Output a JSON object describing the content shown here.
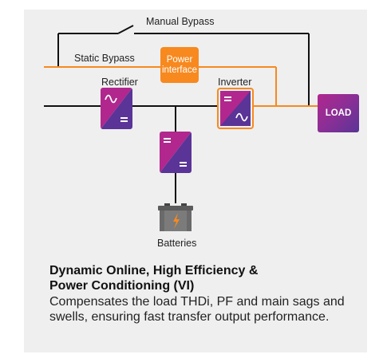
{
  "diagram": {
    "manual_bypass": "Manual Bypass",
    "static_bypass": "Static Bypass",
    "power_interface_line1": "Power",
    "power_interface_line2": "interface",
    "rectifier": "Rectifier",
    "inverter": "Inverter",
    "load": "LOAD",
    "batteries": "Batteries"
  },
  "caption": {
    "title_line1": "Dynamic Online, High Efficiency &",
    "title_line2": "Power Conditioning (VI)",
    "description": "Compensates the load THDi, PF and main sags and swells, ensuring fast transfer output performance."
  },
  "colors": {
    "background": "#efefef",
    "accent_orange": "#f7891f",
    "magenta": "#b1278e",
    "purple": "#5a3497",
    "line": "#111111"
  }
}
